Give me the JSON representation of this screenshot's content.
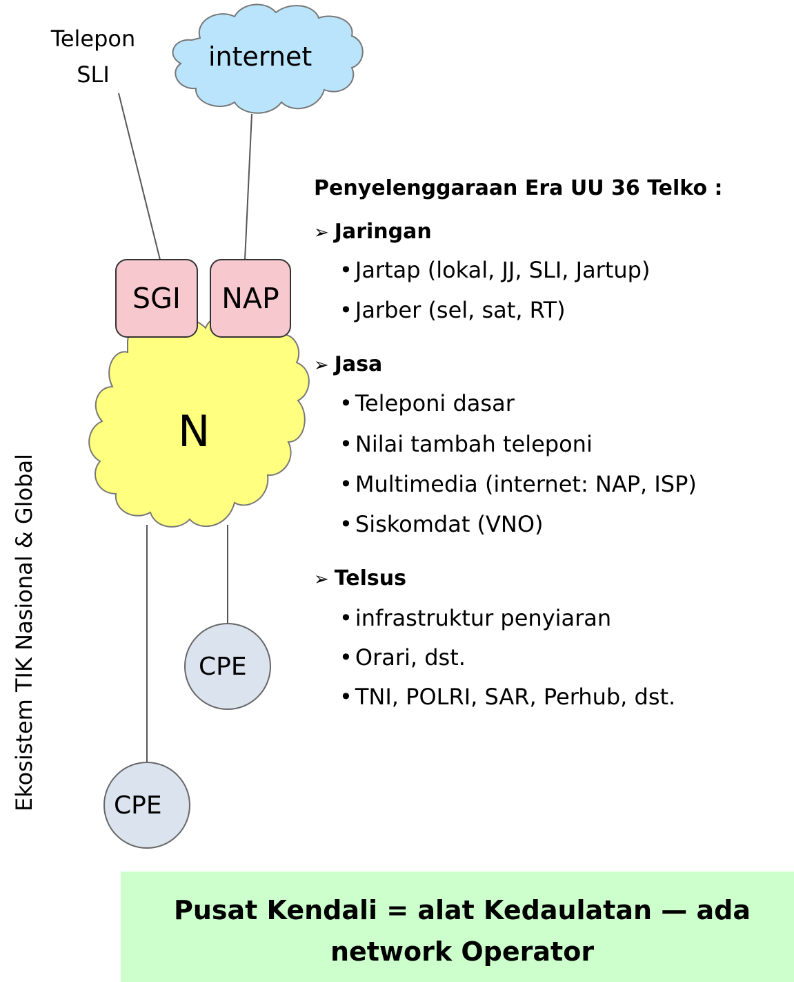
{
  "labels": {
    "telepon_sli_line1": "Telepon",
    "telepon_sli_line2": "SLI",
    "internet": "internet",
    "sgi": "SGI",
    "nap": "NAP",
    "network": "N",
    "cpe_upper": "CPE",
    "cpe_lower": "CPE",
    "vertical": "Ekosistem TIK Nasional & Global"
  },
  "panel": {
    "heading": "Penyelenggaraan Era UU 36 Telko :",
    "sections": [
      {
        "title": "Jaringan",
        "items": [
          "Jartap (lokal, JJ, SLI, Jartup)",
          "Jarber (sel, sat, RT)"
        ]
      },
      {
        "title": "Jasa",
        "items": [
          "Teleponi dasar",
          "Nilai tambah teleponi",
          "Multimedia (internet: NAP, ISP)",
          "Siskomdat (VNO)"
        ]
      },
      {
        "title": "Telsus",
        "items": [
          "infrastruktur penyiaran",
          "Orari, dst.",
          "TNI, POLRI, SAR, Perhub, dst."
        ]
      }
    ]
  },
  "banner": {
    "line1": "Pusat Kendali = alat Kedaulatan — ada",
    "line2": "network Operator"
  },
  "colors": {
    "internet_cloud": "#b9e4fb",
    "network_cloud": "#ffff80",
    "box_fill": "#f8c8cf",
    "cpe_fill": "#dbe3ef",
    "banner": "#ccffcc"
  }
}
